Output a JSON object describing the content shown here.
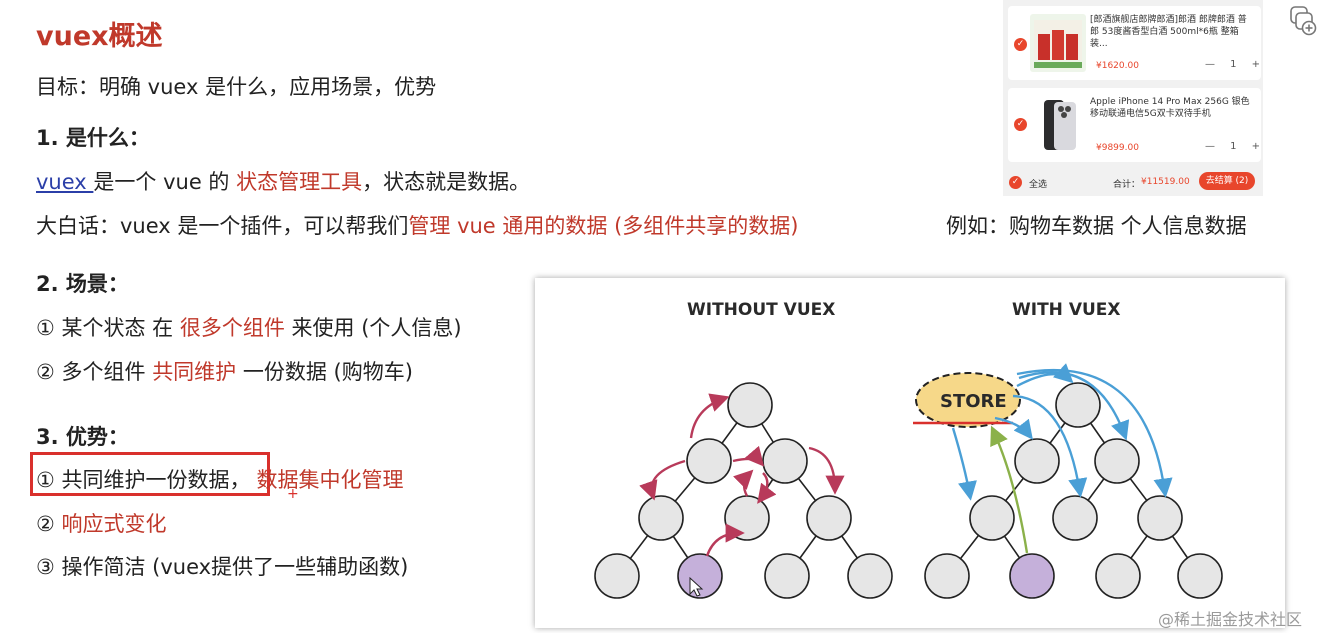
{
  "doc": {
    "title": "vuex概述",
    "goal": "目标：明确 vuex 是什么，应用场景，优势",
    "s1": {
      "heading": "1. 是什么：",
      "l1_link": "vuex ",
      "l1_a": "是一个 vue 的 ",
      "l1_red": "状态管理工具",
      "l1_b": "，状态就是数据。",
      "l2_a": "大白话：vuex 是一个插件，可以帮我们",
      "l2_red": "管理 vue 通用的数据 (多组件共享的数据)",
      "l2_b": "例如：购物车数据   个人信息数据"
    },
    "s2": {
      "heading": "2. 场景：",
      "i1_a": "① 某个状态 在 ",
      "i1_red": "很多个组件",
      "i1_b": " 来使用 (个人信息)",
      "i2_a": "② 多个组件 ",
      "i2_red": "共同维护",
      "i2_b": " 一份数据 (购物车)"
    },
    "s3": {
      "heading": "3. 优势：",
      "i1_a": "① 共同维护一份数据，",
      "i1_red": "数据集中化管理",
      "i2_a": "② ",
      "i2_red": "响应式变化",
      "i3": "③ 操作简洁 (vuex提供了一些辅助函数)"
    },
    "cursor_mark": "+"
  },
  "cart": {
    "items": [
      {
        "name": "[郎酒旗舰店郎牌郎酒]郎酒 郎牌郎酒 普郎 53度酱香型白酒 500ml*6瓶 整箱装...",
        "price": "¥1620.00",
        "qty": "1"
      },
      {
        "name": "Apple iPhone 14 Pro Max 256G 银色 移动联通电信5G双卡双待手机",
        "price": "¥9899.00",
        "qty": "1"
      }
    ],
    "minus": "—",
    "plus": "+",
    "select_all": "全选",
    "total_label": "合计：",
    "total": "¥11519.00",
    "checkout": "去结算 (2)"
  },
  "diagram": {
    "left_label": "WITHOUT VUEX",
    "right_label": "WITH VUEX",
    "store_label": "STORE"
  },
  "watermark": "@稀土掘金技术社区",
  "colors": {
    "accent_red": "#c0392b",
    "link_blue": "#2b3fa8",
    "arrow_crimson": "#b83a5a",
    "arrow_blue": "#4a9fd6",
    "arrow_green": "#8bb14a",
    "store_yellow": "#f6d889",
    "node_gray": "#e6e6e6",
    "node_purple": "#c5b0da"
  }
}
